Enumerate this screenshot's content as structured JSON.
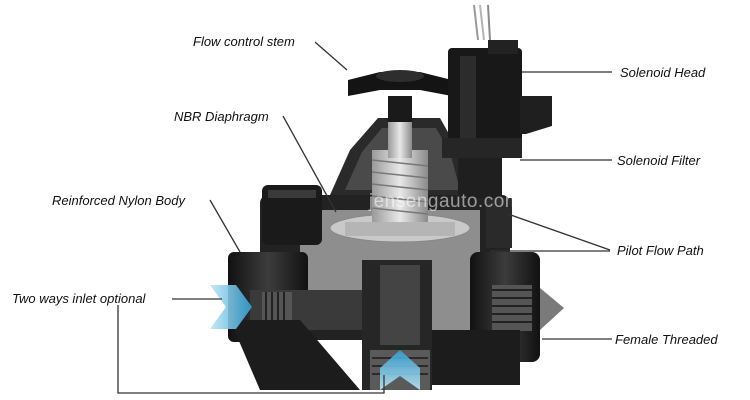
{
  "labels": {
    "flow_control_stem": "Flow control stem",
    "nbr_diaphragm": "NBR Diaphragm",
    "reinforced_nylon_body": "Reinforced Nylon Body",
    "two_ways_inlet": "Two ways inlet optional",
    "solenoid_head": "Solenoid Head",
    "solenoid_filter": "Solenoid Filter",
    "pilot_flow_path": "Pilot Flow Path",
    "female_threaded": "Female Threaded"
  },
  "watermark": "jensengauto.com",
  "colors": {
    "body_dark": "#1e1e1e",
    "body_mid": "#3a3a3a",
    "section_grey": "#8e8e8e",
    "diaphragm_grey": "#c9c9c9",
    "flow_blue": "#3aa8d8"
  }
}
